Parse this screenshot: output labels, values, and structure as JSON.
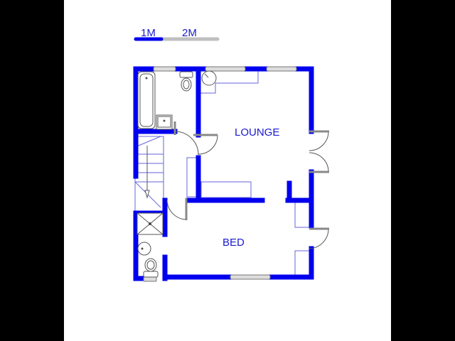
{
  "scale": {
    "label_1": "1M",
    "label_2": "2M",
    "filled_color": "#0000ee",
    "empty_color": "#bfbfbf"
  },
  "rooms": [
    {
      "name": "LOUNGE"
    },
    {
      "name": "BED"
    }
  ],
  "colors": {
    "wall": "#0000ee",
    "fixture_outline": "#6666dd",
    "window": "#999999",
    "door_arc": "#555555",
    "background": "#ffffff",
    "letterbox": "#000000"
  }
}
